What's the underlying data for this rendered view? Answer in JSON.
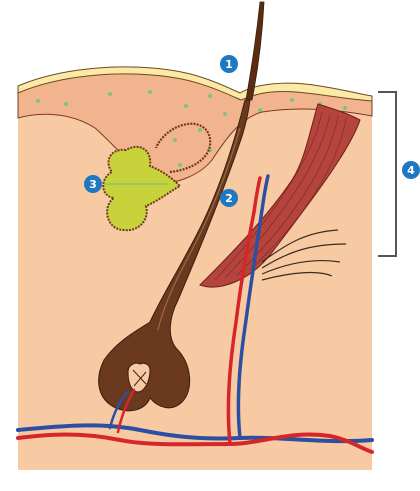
{
  "diagram": {
    "labels": [
      {
        "id": "1",
        "text": "1"
      },
      {
        "id": "2",
        "text": "2"
      },
      {
        "id": "3",
        "text": "3"
      },
      {
        "id": "4",
        "text": "4"
      }
    ]
  },
  "colors": {
    "badge": "#1f78c1",
    "skin_fill": "#f7caa3",
    "epidermis": "#f2b48e",
    "cuticle": "#fbe9a8",
    "follicle_brown": "#6b3a1e",
    "hair_dark": "#4a2310",
    "sebaceous_gland": "#c8d23a",
    "muscle": "#b5443d",
    "artery": "#d7262a",
    "vein": "#2d4fa3",
    "bracket": "#555555",
    "dots": "#7ac57a"
  }
}
